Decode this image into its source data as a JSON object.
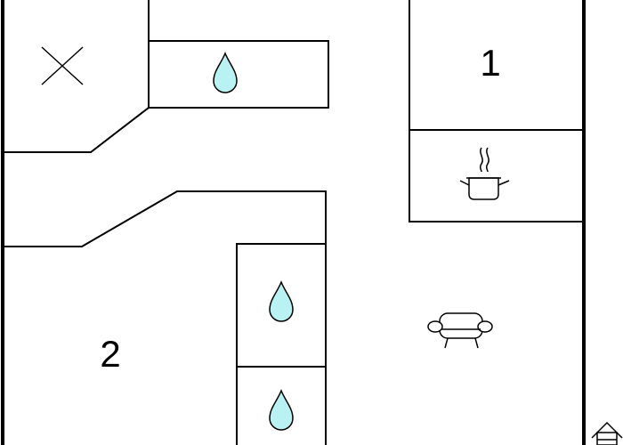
{
  "rooms": [
    {
      "id": "room-1",
      "label": "1"
    },
    {
      "id": "room-2",
      "label": "2"
    }
  ],
  "icons": {
    "closet": "x-mark-icon",
    "bathroom": "water-drop-icon",
    "kitchen": "cooking-pot-icon",
    "living": "sofa-icon",
    "entrance": "house-icon"
  },
  "colors": {
    "walls": "#000000",
    "water": "#b9f2f2",
    "background": "#ffffff"
  }
}
